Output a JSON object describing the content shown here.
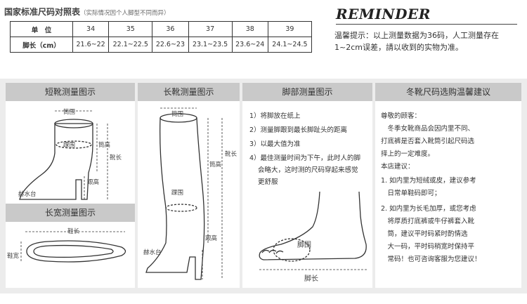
{
  "size_chart": {
    "title": "国家标准尺码对照表",
    "note": "（实际情况因个人脚型不同而异）",
    "row_unit_label": "单　位",
    "row_length_label": "脚长（cm）",
    "sizes": [
      "34",
      "35",
      "36",
      "37",
      "38",
      "39"
    ],
    "lengths": [
      "21.6~22",
      "22.1~22.5",
      "22.6~23",
      "23.1~23.5",
      "23.6~24",
      "24.1~24.5"
    ]
  },
  "reminder": {
    "title": "REMINDER",
    "text": "温馨提示：以上测量数据为36码，人工测量存在1~2cm误差，請以收到的实物为准。"
  },
  "panels": {
    "short_boot": {
      "title": "短靴测量图示",
      "labels": {
        "tube_circ": "筒围",
        "ankle_circ": "踝围",
        "tube_height": "筒高",
        "boot_length": "靴长",
        "heel_height": "跟高",
        "brand": "赫水台"
      }
    },
    "width": {
      "title": "长宽测量图示",
      "labels": {
        "shoe_length": "鞋长",
        "shoe_width": "鞋宽"
      }
    },
    "long_boot": {
      "title": "长靴测量图示",
      "labels": {
        "tube_circ": "筒围",
        "tube_height": "筒高",
        "boot_length": "靴长",
        "ankle_circ": "踝围",
        "heel_height": "跟高",
        "brand": "赫水台"
      }
    },
    "foot": {
      "title": "脚部测量图示",
      "steps": [
        "1）将脚放在纸上",
        "2）测量脚跟到最长脚趾头的距离",
        "3）以最大值为准",
        "4）最佳测量时间为下午，此时人的脚",
        "会略大，这时测的尺码穿起来感觉",
        "更舒服"
      ],
      "labels": {
        "foot_circ": "脚围",
        "foot_length": "脚长"
      }
    },
    "winter": {
      "title": "冬靴尺码选购温馨建议",
      "lines": [
        "尊敬的顾客：",
        "　冬季女靴商品会因内里不同、",
        "打底裤是否套入靴筒引起尺码选",
        "择上的一定难度。",
        "本店建议：",
        "1. 如内里为短绒或皮，建议参考",
        "　日常单鞋码即可；",
        "2. 如内里为长毛加厚，或您考虑",
        "　将厚质打底裤或牛仔裤套入靴",
        "　筒，建议平时码紧时酌情选",
        "　大一码，平时码稍宽时保持平",
        "　常码！也可咨询客服为您建议！"
      ]
    }
  }
}
